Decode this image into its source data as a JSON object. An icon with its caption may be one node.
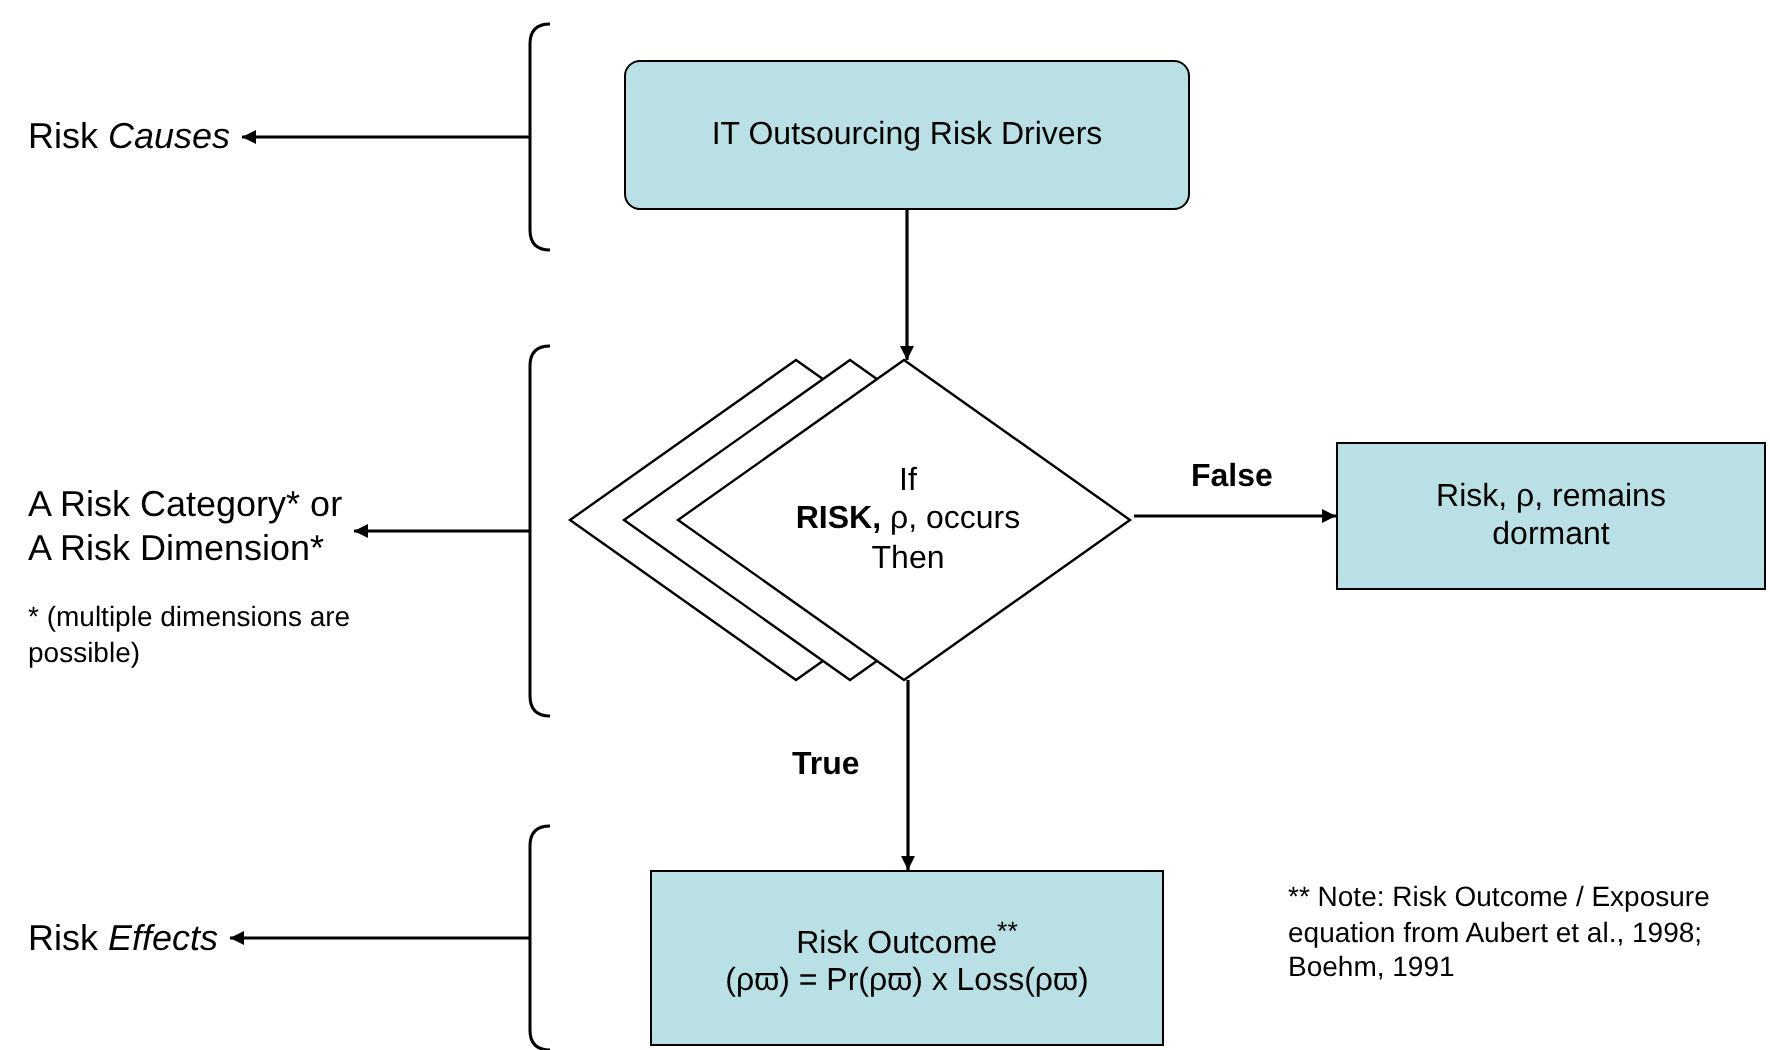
{
  "diagram": {
    "nodes": [
      {
        "text": [
          "IT Outsourcing Risk Drivers"
        ]
      },
      {
        "text": [
          "If",
          "**RISK,** ρ, occurs",
          "Then"
        ]
      },
      {
        "text": [
          "Risk, ρ, remains dormant"
        ]
      },
      {
        "text": [
          "Risk Outcome$^{**}$",
          "(ρϖ) = Pr(ρϖ) x Loss(ρϖ)"
        ]
      },
      {
        "text": [
          "Risk *Causes*"
        ]
      },
      {
        "text": [
          "A Risk Category* or A Risk Dimension*"
        ]
      },
      {
        "text": [
          "Risk *Effects*"
        ]
      }
    ],
    "edges": [
      {
        "from": 0,
        "to": 1,
        "arrow": "to"
      },
      {
        "from": 1,
        "to": 2,
        "arrow": "to",
        "label": "False"
      },
      {
        "from": 1,
        "to": 3,
        "arrow": "to",
        "label": "True"
      },
      {
        "from": null,
        "to": 4,
        "arrow": "to"
      },
      {
        "from": null,
        "to": 5,
        "arrow": "to"
      },
      {
        "from": null,
        "to": 6,
        "arrow": "to"
      }
    ],
    "labels": [
      "* (multiple dimensions are possible)",
      "** Note:  Risk Outcome / Exposure equation from Aubert et al., 1998; Boehm, 1991"
    ]
  }
}
